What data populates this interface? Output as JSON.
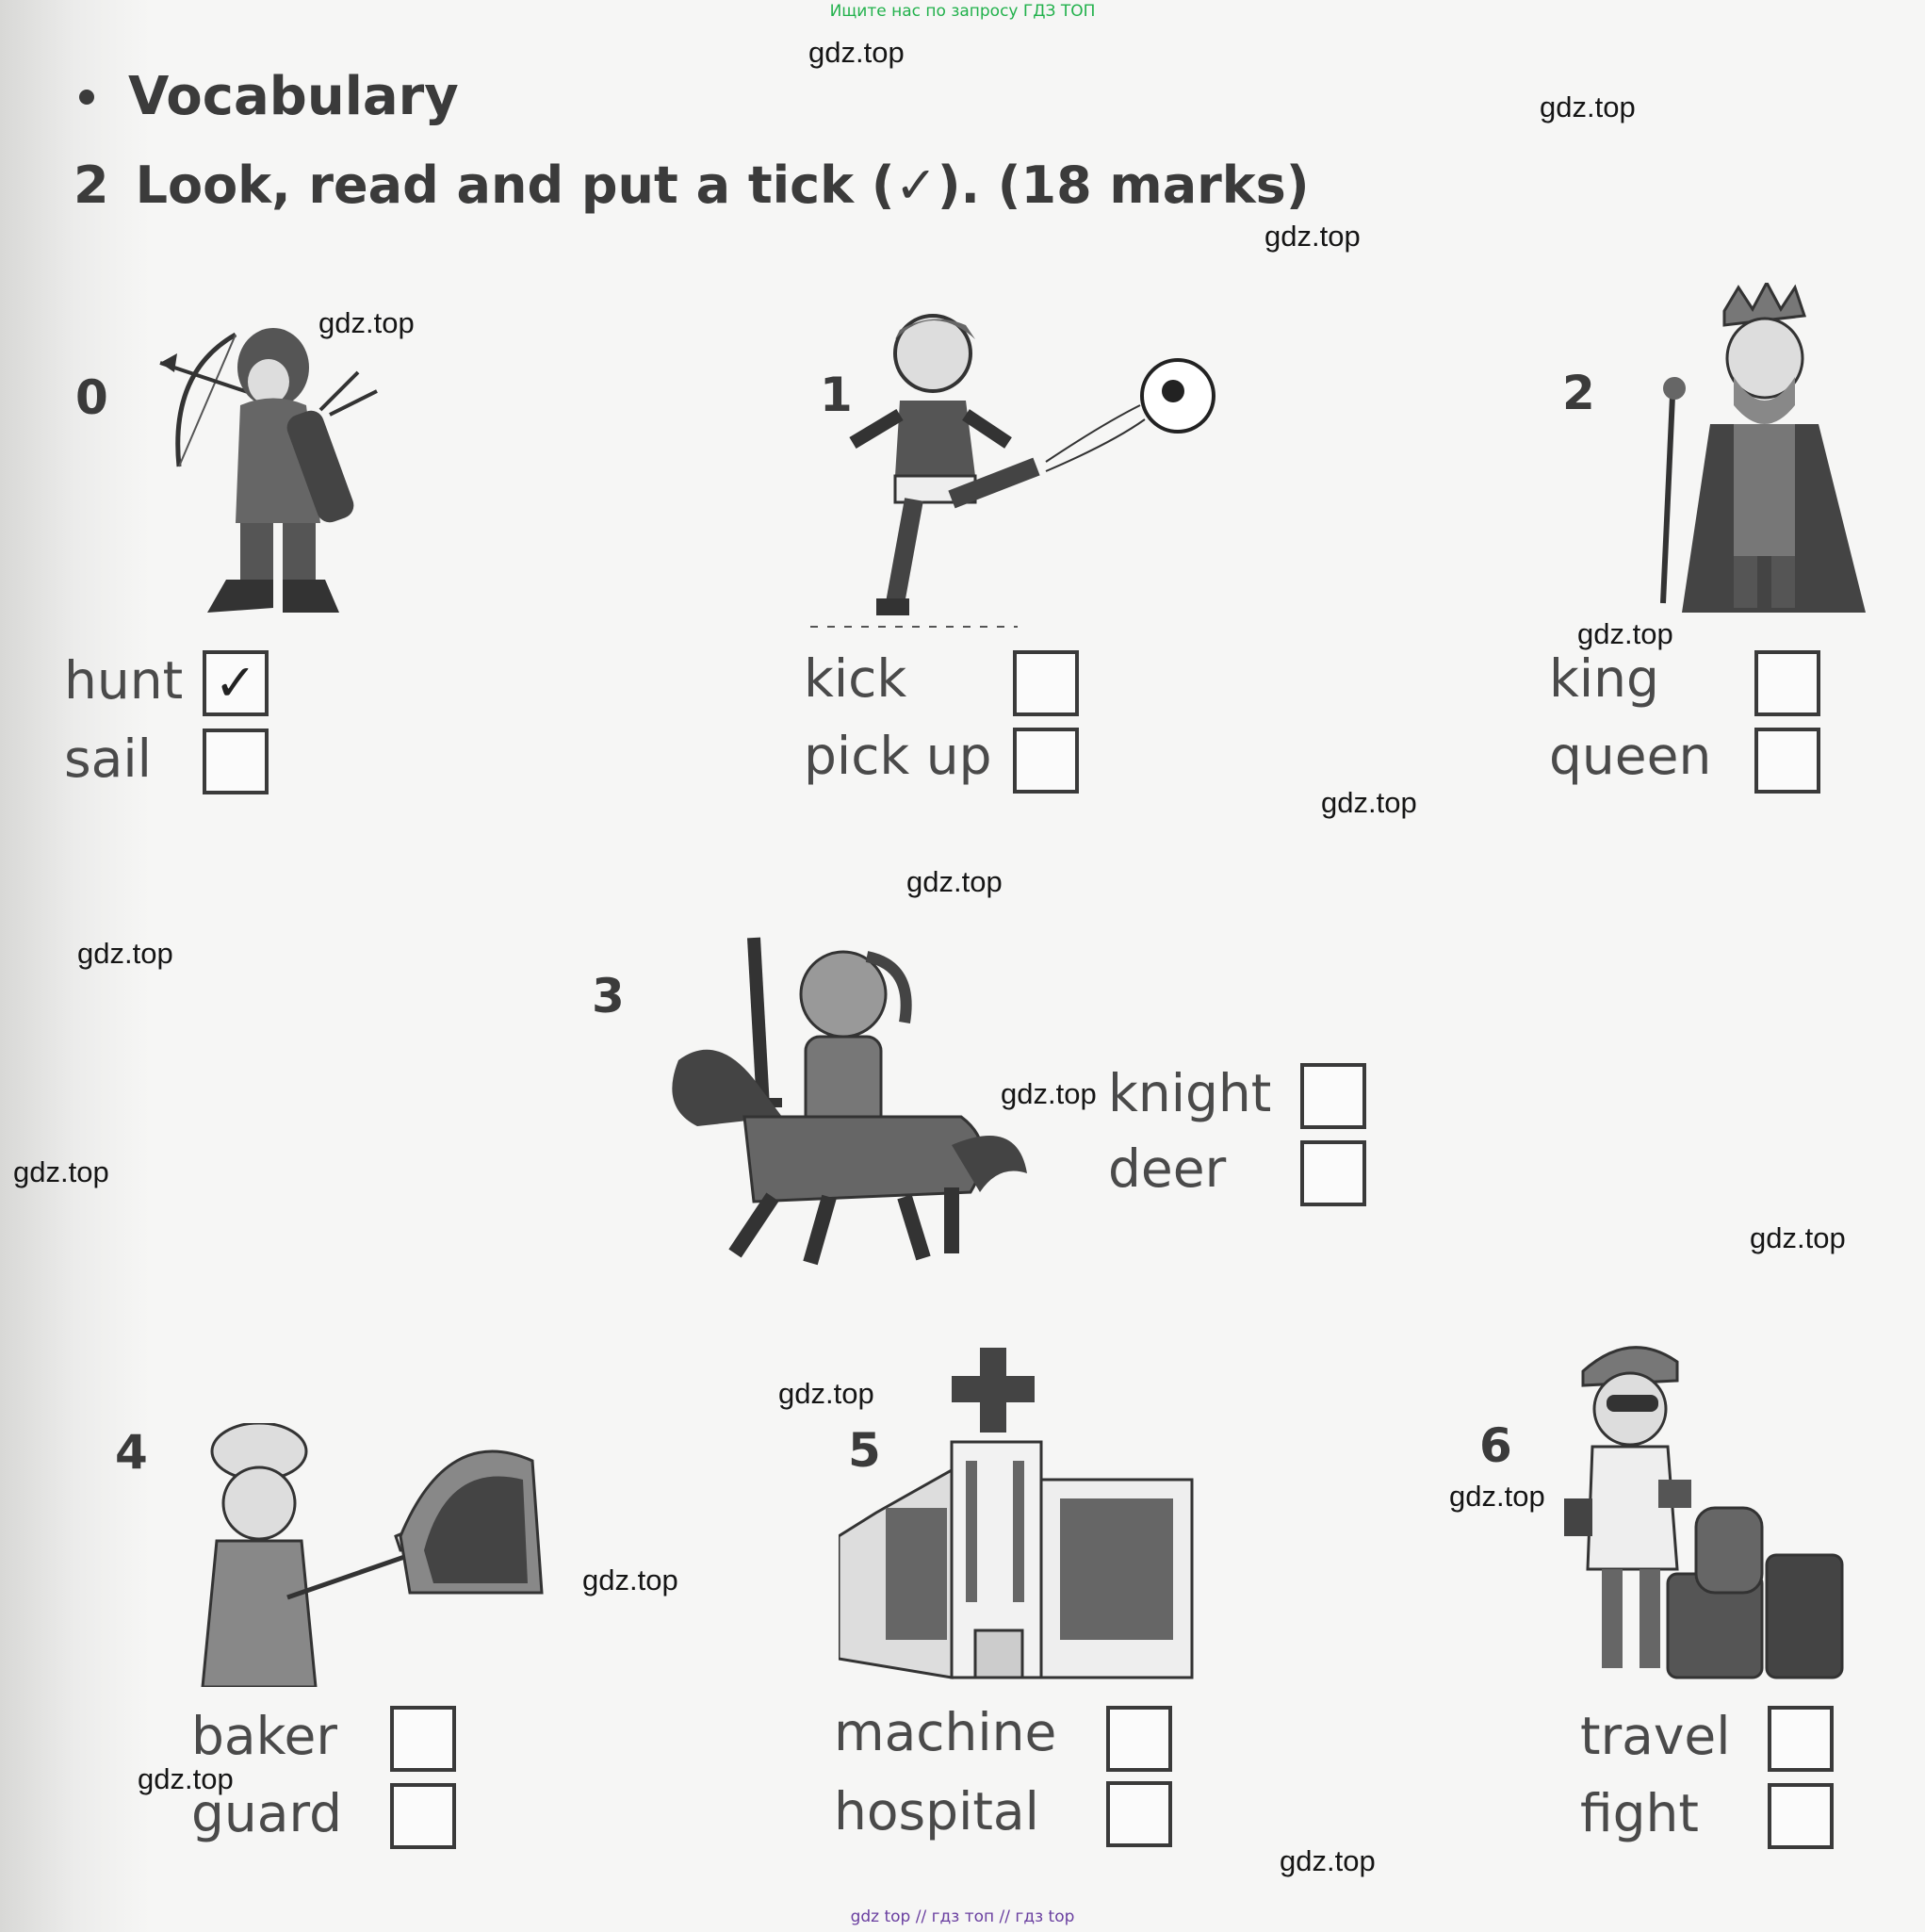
{
  "banner": "Ищите нас по запросу ГДЗ ТОП",
  "section": {
    "title": "Vocabulary"
  },
  "exercise": {
    "number": "2",
    "instruction": "Look, read and put a tick (✓). (18 marks)"
  },
  "items": [
    {
      "number": "0",
      "picture": "archer-hunting",
      "options": [
        {
          "word": "hunt",
          "checked": true,
          "mark": "✓"
        },
        {
          "word": "sail",
          "checked": false,
          "mark": ""
        }
      ]
    },
    {
      "number": "1",
      "picture": "boy-kicking-ball",
      "options": [
        {
          "word": "kick",
          "checked": false,
          "mark": ""
        },
        {
          "word": "pick up",
          "checked": false,
          "mark": ""
        }
      ]
    },
    {
      "number": "2",
      "picture": "king",
      "options": [
        {
          "word": "king",
          "checked": false,
          "mark": ""
        },
        {
          "word": "queen",
          "checked": false,
          "mark": ""
        }
      ]
    },
    {
      "number": "3",
      "picture": "knight-on-horse",
      "options": [
        {
          "word": "knight",
          "checked": false,
          "mark": ""
        },
        {
          "word": "deer",
          "checked": false,
          "mark": ""
        }
      ]
    },
    {
      "number": "4",
      "picture": "baker-with-oven",
      "options": [
        {
          "word": "baker",
          "checked": false,
          "mark": ""
        },
        {
          "word": "guard",
          "checked": false,
          "mark": ""
        }
      ]
    },
    {
      "number": "5",
      "picture": "hospital-building",
      "options": [
        {
          "word": "machine",
          "checked": false,
          "mark": ""
        },
        {
          "word": "hospital",
          "checked": false,
          "mark": ""
        }
      ]
    },
    {
      "number": "6",
      "picture": "traveller-with-luggage",
      "options": [
        {
          "word": "travel",
          "checked": false,
          "mark": ""
        },
        {
          "word": "fight",
          "checked": false,
          "mark": ""
        }
      ]
    }
  ],
  "watermark": "gdz.top",
  "footer": "gdz top  //  гдз топ  //  гдз top",
  "colors": {
    "banner": "#22b14c",
    "footer": "#6a3fa0",
    "ink": "#3a3a3a"
  }
}
